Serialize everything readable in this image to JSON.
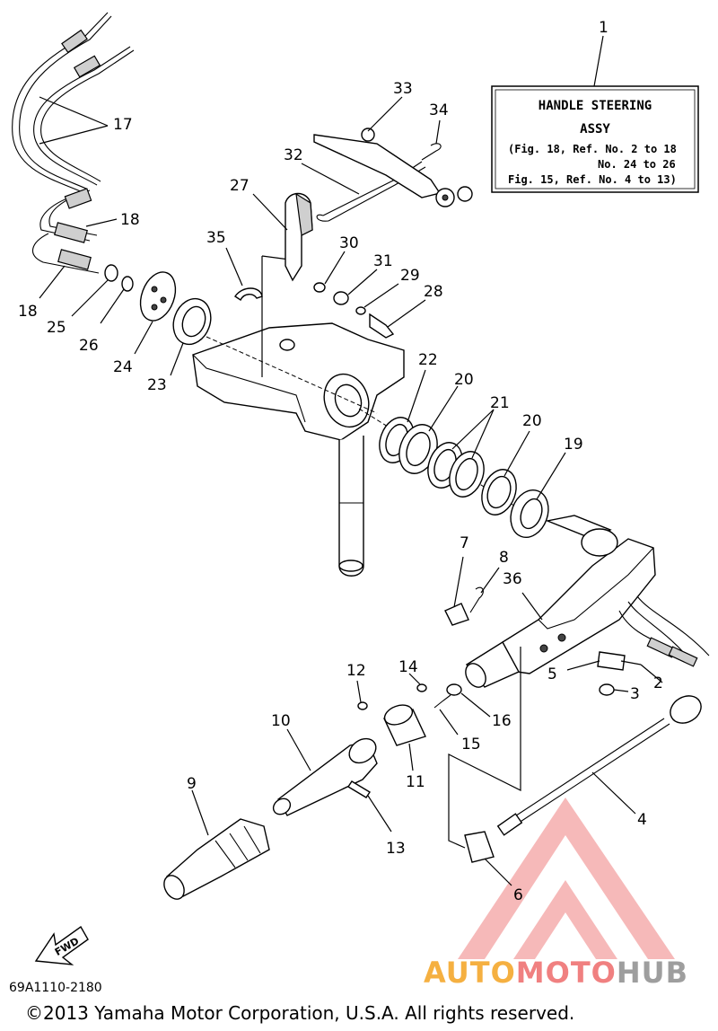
{
  "info_box": {
    "line1": "HANDLE STEERING",
    "line2": "ASSY",
    "line3": "(Fig. 18, Ref. No. 2 to 18",
    "line4": "No. 24 to 26",
    "line5": "Fig. 15, Ref. No. 4 to 13)"
  },
  "callouts": [
    "1",
    "2",
    "3",
    "4",
    "5",
    "6",
    "7",
    "8",
    "9",
    "10",
    "11",
    "12",
    "13",
    "14",
    "15",
    "16",
    "17",
    "18",
    "18",
    "19",
    "20",
    "20",
    "21",
    "22",
    "23",
    "24",
    "25",
    "26",
    "27",
    "28",
    "29",
    "30",
    "31",
    "32",
    "33",
    "34",
    "35",
    "36"
  ],
  "fwd_label": "FWD",
  "diagram_code": "69A1110-2180",
  "copyright": "©2013 Yamaha Motor Corporation, U.S.A. All rights reserved.",
  "watermark": {
    "part1": "AUTO",
    "part2": "MOTO",
    "part3": "HUB",
    "color1": "#f5b041",
    "color2": "#f08080",
    "color3": "#9e9e9e"
  }
}
